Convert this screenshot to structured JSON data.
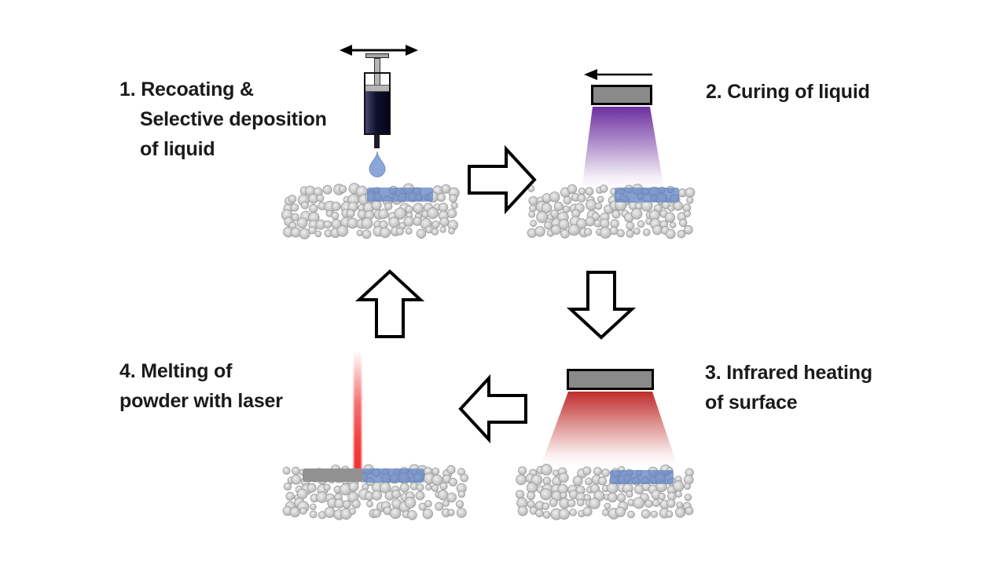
{
  "steps": [
    {
      "lines": [
        "1. Recoating &",
        "Selective deposition",
        "of liquid"
      ]
    },
    {
      "lines": [
        "2. Curing of liquid"
      ]
    },
    {
      "lines": [
        "3. Infrared heating",
        "of surface"
      ]
    },
    {
      "lines": [
        "4. Melting of",
        "powder with laser"
      ]
    }
  ],
  "colors": {
    "background": "#ffffff",
    "text": "#1a1a1a",
    "arrow_outline": "#000000",
    "arrow_fill": "#ffffff",
    "powder_fill": "#c9c9c9",
    "powder_stroke": "#9a9a9a",
    "powder_highlight": "#efefef",
    "liquid_overlay": "#5f82c4",
    "melt_overlay": "#8f8f8f",
    "lamp_fill": "#8a8a8a",
    "lamp_border": "#000000",
    "uv_beam": "#64269b",
    "ir_beam": "#bc2020",
    "laser_beam": "#f03030",
    "syringe_liquid": "#10102e",
    "droplet": "#8ba6d9"
  },
  "icons": {
    "recoater-motion-arrow-icon": "double-headed horizontal arrow",
    "lamp-motion-arrow-icon": "left-pointing line arrow",
    "syringe-icon": "vertical syringe with plunger and needle",
    "droplet-icon": "blue teardrop",
    "uv-lamp-icon": "gray rectangle lamp",
    "uv-light-cone-icon": "purple fading trapezoid beam",
    "ir-lamp-icon": "gray rectangle lamp",
    "ir-light-cone-icon": "red fading trapezoid beam",
    "laser-beam-icon": "vertical red laser line",
    "cycle-arrow-icon": "hollow black-outlined block arrow"
  }
}
